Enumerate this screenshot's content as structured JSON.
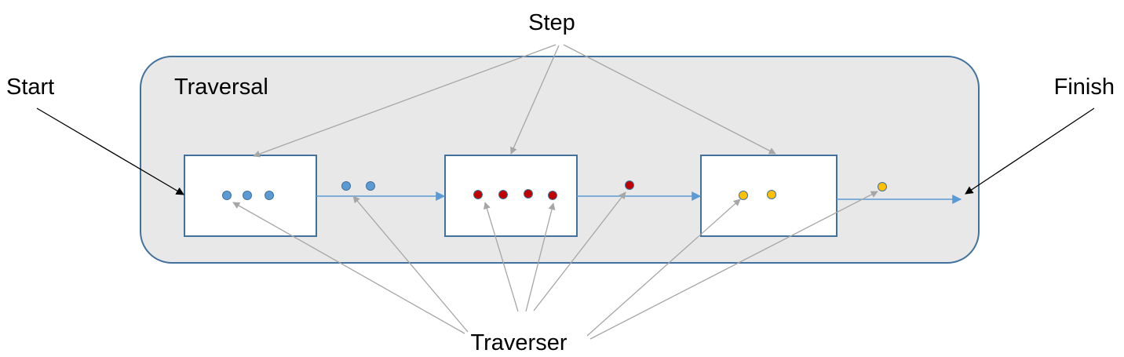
{
  "labels": {
    "step": "Step",
    "traversal": "Traversal",
    "start": "Start",
    "finish": "Finish",
    "traverser": "Traverser"
  },
  "colors": {
    "traversal_fill": "#e8e8e8",
    "traversal_stroke": "#41719c",
    "step_fill": "#ffffff",
    "step_stroke": "#41719c",
    "flow_arrow": "#5b9bd5",
    "pointer_arrow": "#a6a6a6",
    "start_finish_arrow": "#000000",
    "traverser_blue": "#5b9bd5",
    "traverser_red": "#c00000",
    "traverser_yellow": "#ffc000"
  },
  "steps": [
    {
      "traverser_color": "traverser_blue",
      "traverser_count": 3
    },
    {
      "traverser_color": "traverser_red",
      "traverser_count": 4
    },
    {
      "traverser_color": "traverser_yellow",
      "traverser_count": 2
    }
  ],
  "in_transit": [
    {
      "traverser_color": "traverser_blue",
      "traverser_count": 2
    },
    {
      "traverser_color": "traverser_red",
      "traverser_count": 1
    },
    {
      "traverser_color": "traverser_yellow",
      "traverser_count": 1
    }
  ]
}
